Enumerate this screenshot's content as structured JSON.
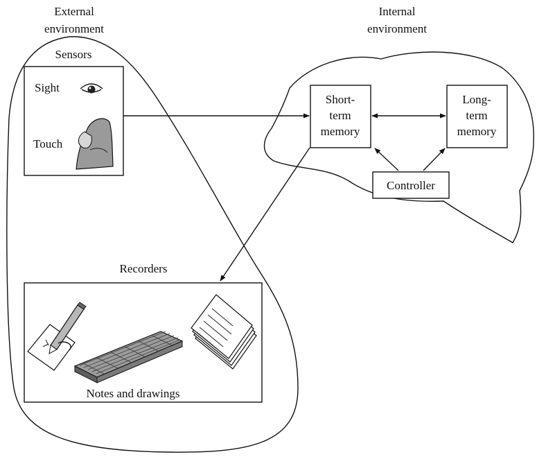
{
  "labels": {
    "external_line1": "External",
    "external_line2": "environment",
    "internal_line1": "Internal",
    "internal_line2": "environment",
    "sensors": "Sensors",
    "sight": "Sight",
    "touch": "Touch",
    "short_term_line1": "Short-",
    "short_term_line2": "term",
    "short_term_line3": "memory",
    "long_term_line1": "Long-",
    "long_term_line2": "term",
    "long_term_line3": "memory",
    "controller": "Controller",
    "recorders": "Recorders",
    "notes": "Notes and drawings"
  },
  "icons": {
    "sight": "eye-icon",
    "touch": "finger-touch-icon",
    "notes": "pencil-paper-icon",
    "keyboard": "keyboard-icon",
    "document": "document-stack-icon"
  }
}
